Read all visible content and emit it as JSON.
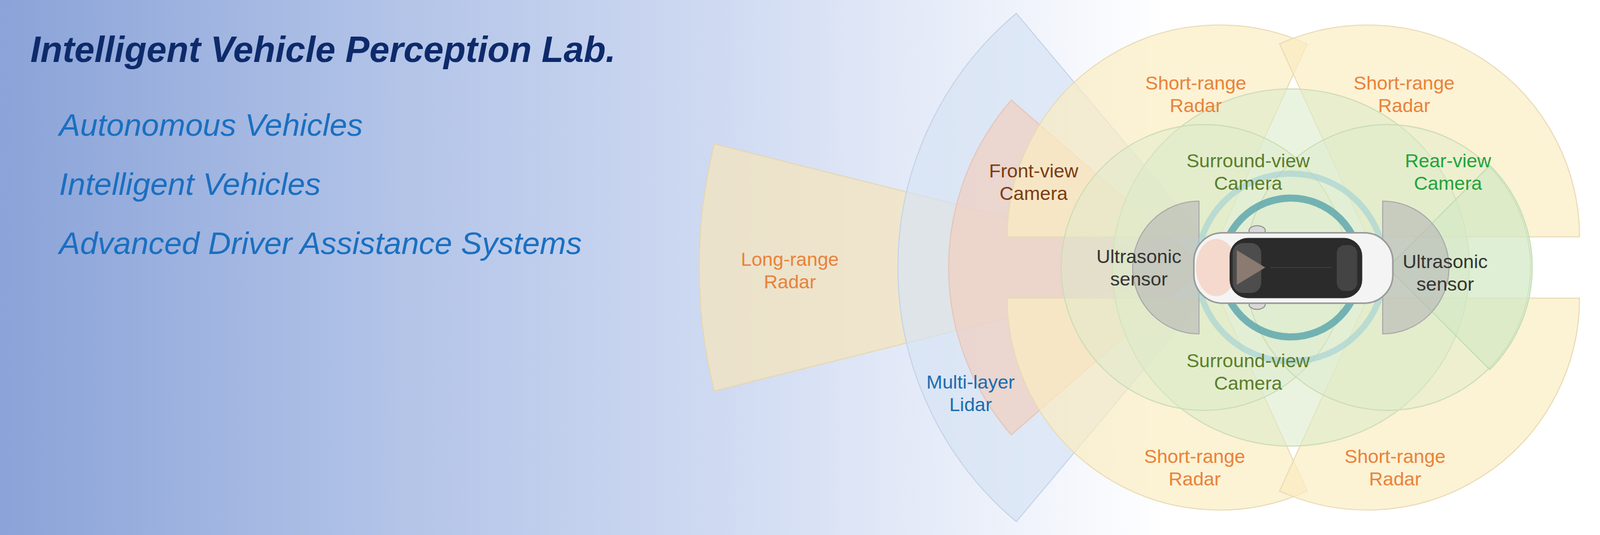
{
  "diagram": {
    "title": "Intelligent Vehicle Perception Lab.",
    "labels": [
      "Autonomous Vehicles",
      "Intelligent Vehicles",
      "Advanced Driver Assistance Systems",
      "Short-range Radar",
      "Short-range Radar",
      "Front-view Camera",
      "Surround-view Camera",
      "Rear-view Camera",
      "Long-range Radar",
      "Ultrasonic sensor",
      "Ultrasonic sensor",
      "Surround-view Camera",
      "Multi-layer Lidar",
      "Short-range Radar",
      "Short-range Radar"
    ]
  }
}
